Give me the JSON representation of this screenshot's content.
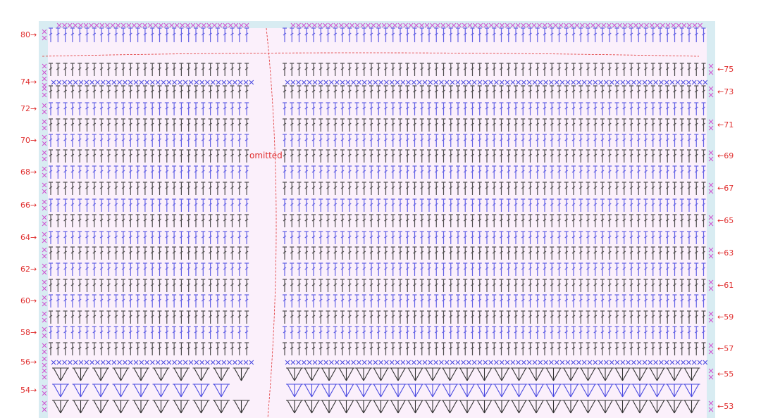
{
  "title": "Crochet stitch chart rows 53-80",
  "colors": {
    "border": "#d8ecf2",
    "field": "#fbf0fb",
    "blue": "#4a4ae0",
    "black": "#333333",
    "marker": "#d050d0",
    "label": "#e03030"
  },
  "annotation": "omitted",
  "top_row": {
    "type": "sc-marker"
  },
  "rows": [
    {
      "n": "80",
      "side": "left",
      "type": "dc",
      "color": "blue",
      "show": true
    },
    {
      "n": "75",
      "side": "right",
      "type": "dc",
      "color": "black",
      "show": true
    },
    {
      "n": "74",
      "side": "left",
      "type": "sc",
      "color": "blue",
      "show": true
    },
    {
      "n": "73",
      "side": "right",
      "type": "dc",
      "color": "black",
      "show": true
    },
    {
      "n": "72",
      "side": "left",
      "type": "dc",
      "color": "blue",
      "show": true
    },
    {
      "n": "71",
      "side": "right",
      "type": "dc",
      "color": "black",
      "show": true
    },
    {
      "n": "70",
      "side": "left",
      "type": "dc",
      "color": "blue",
      "show": true
    },
    {
      "n": "69",
      "side": "right",
      "type": "dc",
      "color": "black",
      "show": true
    },
    {
      "n": "68",
      "side": "left",
      "type": "dc",
      "color": "blue",
      "show": true
    },
    {
      "n": "67",
      "side": "right",
      "type": "dc",
      "color": "black",
      "show": true
    },
    {
      "n": "66",
      "side": "left",
      "type": "dc",
      "color": "blue",
      "show": true
    },
    {
      "n": "65",
      "side": "right",
      "type": "dc",
      "color": "black",
      "show": true
    },
    {
      "n": "64",
      "side": "left",
      "type": "dc",
      "color": "blue",
      "show": true
    },
    {
      "n": "63",
      "side": "right",
      "type": "dc",
      "color": "black",
      "show": true
    },
    {
      "n": "62",
      "side": "left",
      "type": "dc",
      "color": "blue",
      "show": true
    },
    {
      "n": "61",
      "side": "right",
      "type": "dc",
      "color": "black",
      "show": true
    },
    {
      "n": "60",
      "side": "left",
      "type": "dc",
      "color": "blue",
      "show": true
    },
    {
      "n": "59",
      "side": "right",
      "type": "dc",
      "color": "black",
      "show": true
    },
    {
      "n": "58",
      "side": "left",
      "type": "dc",
      "color": "blue",
      "show": true
    },
    {
      "n": "57",
      "side": "right",
      "type": "dc",
      "color": "black",
      "show": true
    },
    {
      "n": "56",
      "side": "left",
      "type": "sc",
      "color": "blue",
      "show": true
    },
    {
      "n": "55",
      "side": "right",
      "type": "v",
      "color": "black",
      "show": true
    },
    {
      "n": "54",
      "side": "left",
      "type": "v",
      "color": "blue",
      "show": true
    },
    {
      "n": "53",
      "side": "right",
      "type": "v",
      "color": "black",
      "show": true
    }
  ],
  "arrows": {
    "left": "→",
    "right": "←"
  }
}
